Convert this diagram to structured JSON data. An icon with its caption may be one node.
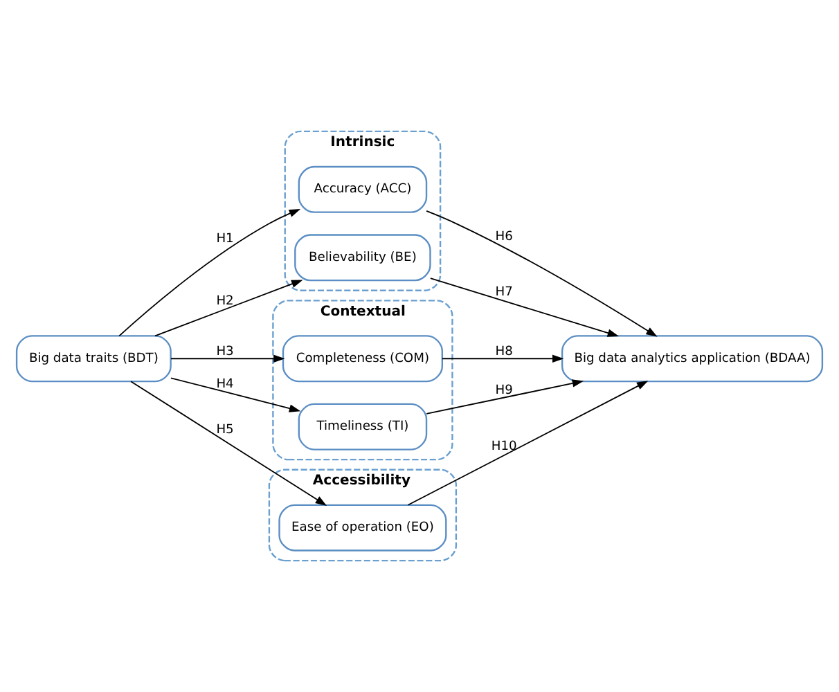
{
  "diagram": {
    "nodes": [
      {
        "text": [
          "Big data traits (BDT)"
        ]
      },
      {
        "text": [
          "Intrinsic"
        ]
      },
      {
        "text": [
          "Accuracy (ACC)"
        ],
        "in": 1
      },
      {
        "text": [
          "Believability (BE)"
        ],
        "in": 1
      },
      {
        "text": [
          "Contextual"
        ]
      },
      {
        "text": [
          "Completeness (COM)"
        ],
        "in": 4
      },
      {
        "text": [
          "Timeliness (TI)"
        ],
        "in": 4
      },
      {
        "text": [
          "Accessibility"
        ]
      },
      {
        "text": [
          "Ease of operation (EO)"
        ],
        "in": 7
      },
      {
        "text": [
          "Big data analytics application (BDAA)"
        ]
      }
    ],
    "edges": [
      {
        "from": 0,
        "to": 2,
        "arrow": "to",
        "label": "H1"
      },
      {
        "from": 0,
        "to": 3,
        "arrow": "to",
        "label": "H2"
      },
      {
        "from": 0,
        "to": 5,
        "arrow": "to",
        "label": "H3"
      },
      {
        "from": 0,
        "to": 6,
        "arrow": "to",
        "label": "H4"
      },
      {
        "from": 0,
        "to": 8,
        "arrow": "to",
        "label": "H5"
      },
      {
        "from": 2,
        "to": 9,
        "arrow": "to",
        "label": "H6"
      },
      {
        "from": 3,
        "to": 9,
        "arrow": "to",
        "label": "H7"
      },
      {
        "from": 5,
        "to": 9,
        "arrow": "to",
        "label": "H8"
      },
      {
        "from": 6,
        "to": 9,
        "arrow": "to",
        "label": "H9"
      },
      {
        "from": 8,
        "to": 9,
        "arrow": "to",
        "label": "H10"
      }
    ]
  }
}
